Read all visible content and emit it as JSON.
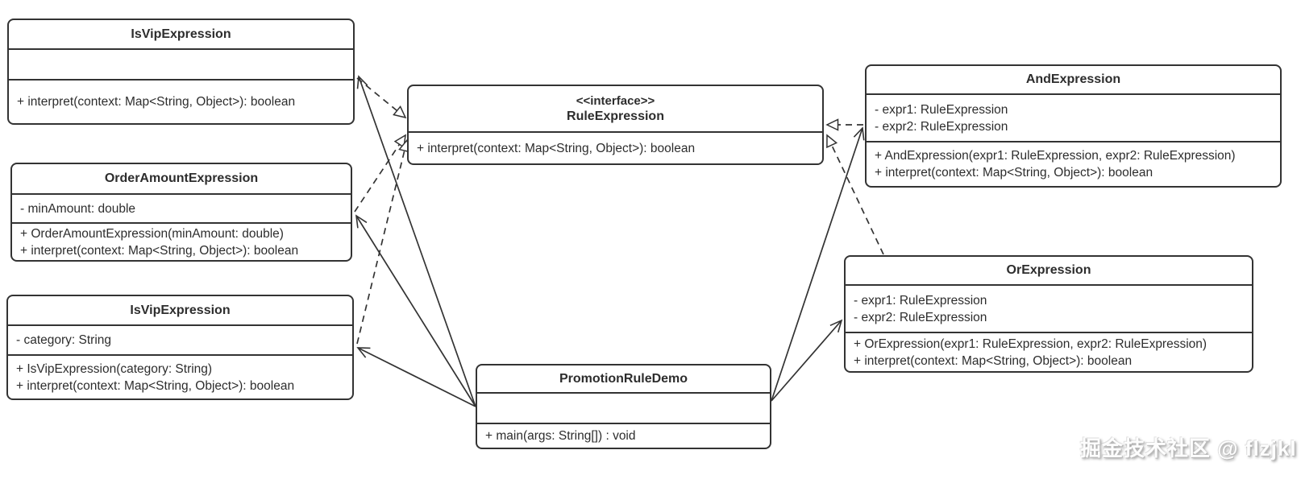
{
  "colors": {
    "stroke": "#333333",
    "text": "#2d2d2d",
    "bg": "#ffffff"
  },
  "classes": {
    "isvip_top": {
      "title": "IsVipExpression",
      "attrs": [],
      "methods": [
        "+ interpret(context: Map<String, Object>): boolean"
      ]
    },
    "order_amount": {
      "title": "OrderAmountExpression",
      "attrs": [
        "- minAmount: double"
      ],
      "methods": [
        "+ OrderAmountExpression(minAmount: double)",
        "+ interpret(context: Map<String, Object>): boolean"
      ]
    },
    "isvip_bottom": {
      "title": "IsVipExpression",
      "attrs": [
        "- category: String"
      ],
      "methods": [
        "+ IsVipExpression(category: String)",
        "+ interpret(context: Map<String, Object>): boolean"
      ]
    },
    "rule_expression": {
      "stereotype": "<<interface>>",
      "title": "RuleExpression",
      "attrs": [],
      "methods": [
        "+ interpret(context: Map<String, Object>): boolean"
      ]
    },
    "and_expression": {
      "title": "AndExpression",
      "attrs": [
        "- expr1: RuleExpression",
        "- expr2: RuleExpression"
      ],
      "methods": [
        "+ AndExpression(expr1: RuleExpression, expr2: RuleExpression)",
        "+ interpret(context: Map<String, Object>): boolean"
      ]
    },
    "or_expression": {
      "title": "OrExpression",
      "attrs": [
        "- expr1: RuleExpression",
        "- expr2: RuleExpression"
      ],
      "methods": [
        "+ OrExpression(expr1: RuleExpression, expr2: RuleExpression)",
        "+ interpret(context: Map<String, Object>): boolean"
      ]
    },
    "promotion_rule_demo": {
      "title": "PromotionRuleDemo",
      "attrs": [],
      "methods": [
        "+ main(args: String[]) : void"
      ]
    }
  },
  "relationships": [
    {
      "from": "IsVipExpression (top)",
      "to": "RuleExpression",
      "type": "realization",
      "line": "dashed",
      "arrow": "hollow-triangle"
    },
    {
      "from": "OrderAmountExpression",
      "to": "RuleExpression",
      "type": "realization",
      "line": "dashed",
      "arrow": "hollow-triangle"
    },
    {
      "from": "IsVipExpression (bottom)",
      "to": "RuleExpression",
      "type": "realization",
      "line": "dashed",
      "arrow": "hollow-triangle"
    },
    {
      "from": "AndExpression",
      "to": "RuleExpression",
      "type": "realization",
      "line": "dashed",
      "arrow": "hollow-triangle"
    },
    {
      "from": "OrExpression",
      "to": "RuleExpression",
      "type": "realization",
      "line": "dashed",
      "arrow": "hollow-triangle"
    },
    {
      "from": "PromotionRuleDemo",
      "to": "IsVipExpression (top)",
      "type": "association",
      "line": "solid",
      "arrow": "open"
    },
    {
      "from": "PromotionRuleDemo",
      "to": "OrderAmountExpression",
      "type": "association",
      "line": "solid",
      "arrow": "open"
    },
    {
      "from": "PromotionRuleDemo",
      "to": "IsVipExpression (bottom)",
      "type": "association",
      "line": "solid",
      "arrow": "open"
    },
    {
      "from": "PromotionRuleDemo",
      "to": "AndExpression",
      "type": "association",
      "line": "solid",
      "arrow": "open"
    },
    {
      "from": "PromotionRuleDemo",
      "to": "OrExpression",
      "type": "association",
      "line": "solid",
      "arrow": "open"
    }
  ],
  "watermark": "掘金技术社区 @ flzjkl"
}
